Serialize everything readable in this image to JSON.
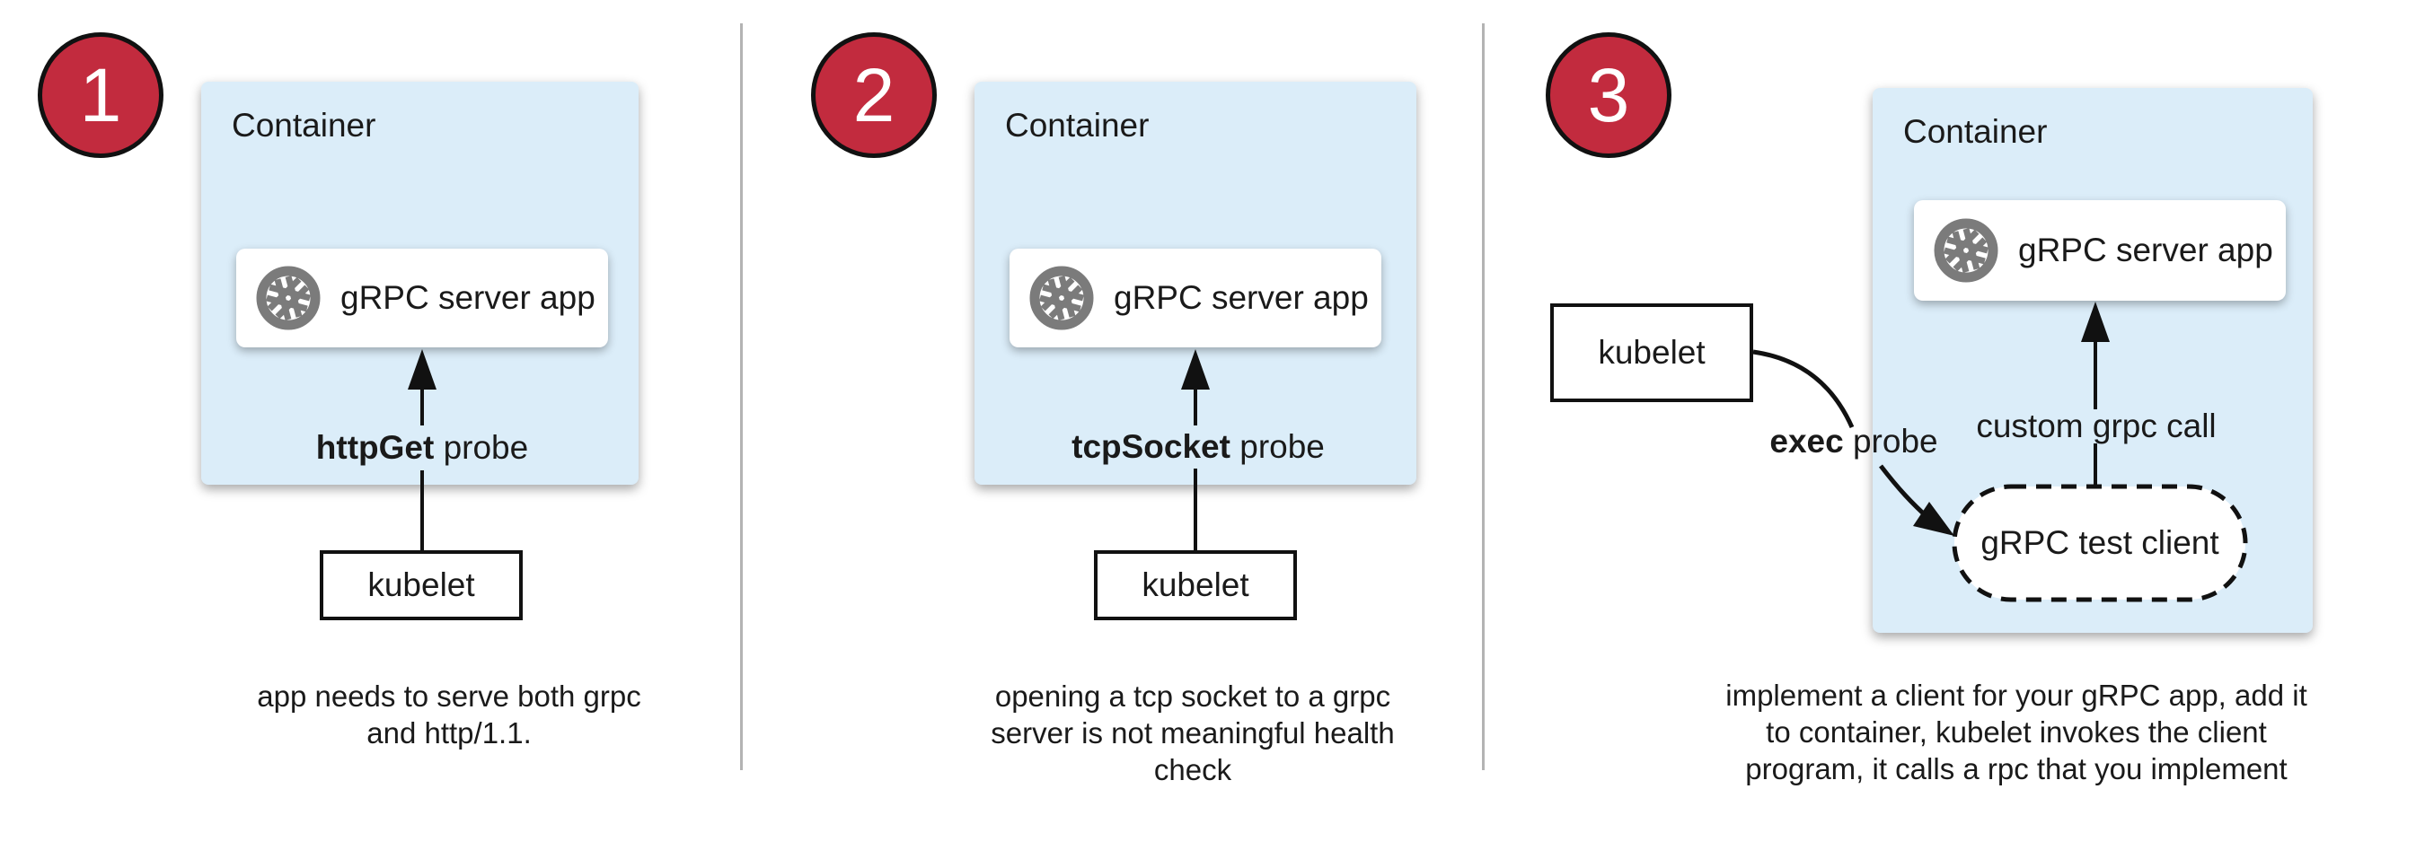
{
  "theme": {
    "container_fill": "#dbedf9",
    "badge_fill": "#c22b3e",
    "badge_text": "#ffffff",
    "outline_color": "#111111",
    "divider_color": "#b3b3b3",
    "icon_color": "#7b7b7b",
    "text_color": "#1a1a1a"
  },
  "panels": [
    {
      "number": "1",
      "container_label": "Container",
      "app_label": "gRPC server app",
      "app_icon": "aperture-icon",
      "probe_keyword": "httpGet",
      "probe_suffix": " probe",
      "kubelet_label": "kubelet",
      "caption_lines": [
        "app needs to serve both grpc",
        "and http/1.1."
      ]
    },
    {
      "number": "2",
      "container_label": "Container",
      "app_label": "gRPC server app",
      "app_icon": "aperture-icon",
      "probe_keyword": "tcpSocket",
      "probe_suffix": " probe",
      "kubelet_label": "kubelet",
      "caption_lines": [
        "opening a tcp socket to a grpc",
        "server is not meaningful health",
        "check"
      ]
    },
    {
      "number": "3",
      "container_label": "Container",
      "app_label": "gRPC server app",
      "app_icon": "aperture-icon",
      "probe_keyword": "exec",
      "probe_suffix": " probe",
      "kubelet_label": "kubelet",
      "custom_call_label": "custom grpc call",
      "test_client_label": "gRPC test client",
      "caption_lines": [
        "implement a client for your gRPC app, add it",
        "to container, kubelet invokes the client",
        "program, it calls a rpc that you implement"
      ]
    }
  ]
}
